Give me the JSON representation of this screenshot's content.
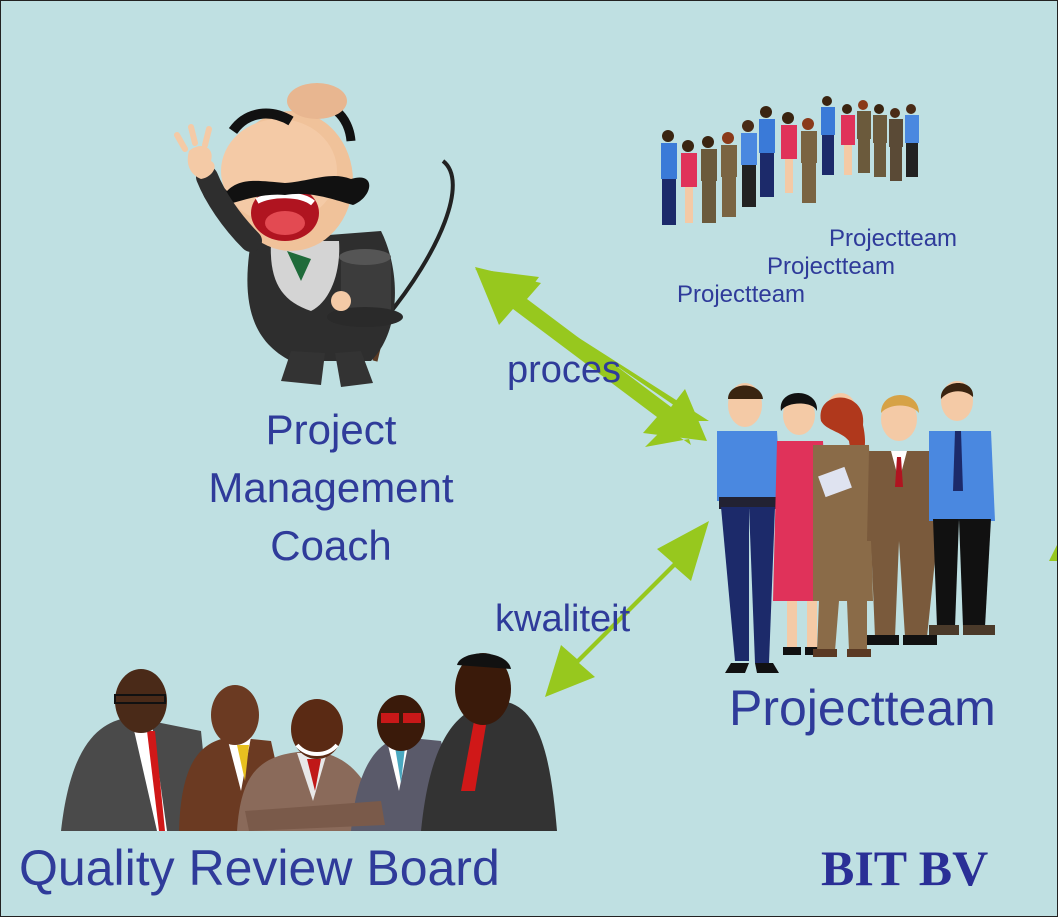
{
  "labels": {
    "coach_line1": "Project",
    "coach_line2": "Management",
    "coach_line3": "Coach",
    "projectteam_small_1": "Projectteam",
    "projectteam_small_2": "Projectteam",
    "projectteam_small_3": "Projectteam",
    "proces": "proces",
    "kwaliteit": "kwaliteit",
    "projectteam_main": "Projectteam",
    "quality_review_board": "Quality Review Board",
    "company": "BIT BV"
  },
  "colors": {
    "background": "#bfe0e2",
    "text": "#2f3b9a",
    "arrow": "#97c81e"
  },
  "illustrations": [
    "ringmaster-coach-clipart",
    "small-team-clipart",
    "project-team-clipart",
    "review-board-clipart"
  ]
}
